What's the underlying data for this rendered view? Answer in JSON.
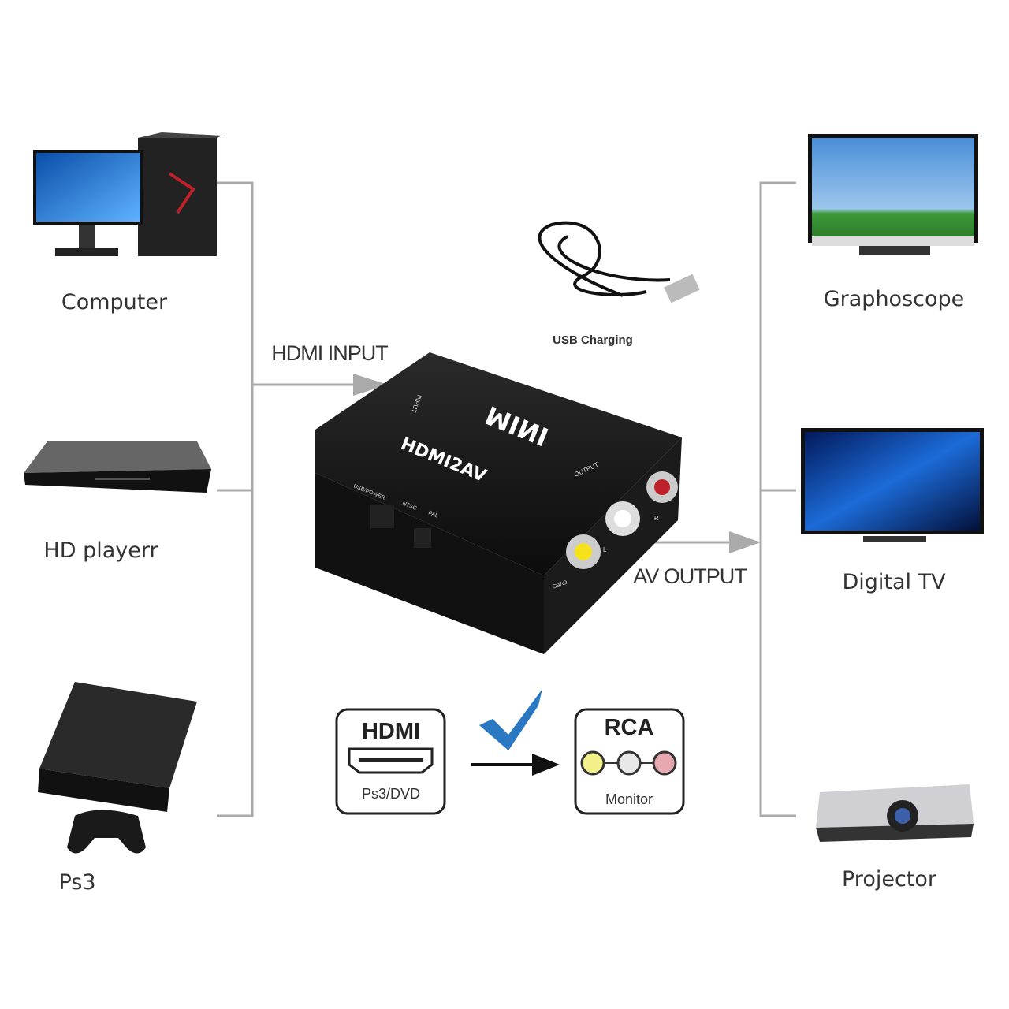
{
  "sources": [
    {
      "label": "Computer"
    },
    {
      "label": "HD playerr"
    },
    {
      "label": "Ps3"
    }
  ],
  "outputs": [
    {
      "label": "Graphoscope"
    },
    {
      "label": "Digital  TV"
    },
    {
      "label": "Projector"
    }
  ],
  "arrows": {
    "input_label": "HDMI INPUT",
    "output_label": "AV OUTPUT"
  },
  "cable": {
    "label": "USB Charging"
  },
  "adapter": {
    "brand": "MINI",
    "model": "HDMI2AV",
    "input": "INPUT",
    "output": "OUTPUT",
    "usb_power": "USB/POWER",
    "ntsc": "NTSC",
    "pal": "PAL",
    "left": "L",
    "right": "R",
    "cvbs": "CVBS"
  },
  "legend": {
    "hdmi_title": "HDMI",
    "hdmi_sub": "Ps3/DVD",
    "rca_title": "RCA",
    "rca_sub": "Monitor",
    "check_color": "#2a78c2",
    "rca_colors": [
      "#f3f08a",
      "#e8e8e8",
      "#e8a8b0"
    ]
  }
}
